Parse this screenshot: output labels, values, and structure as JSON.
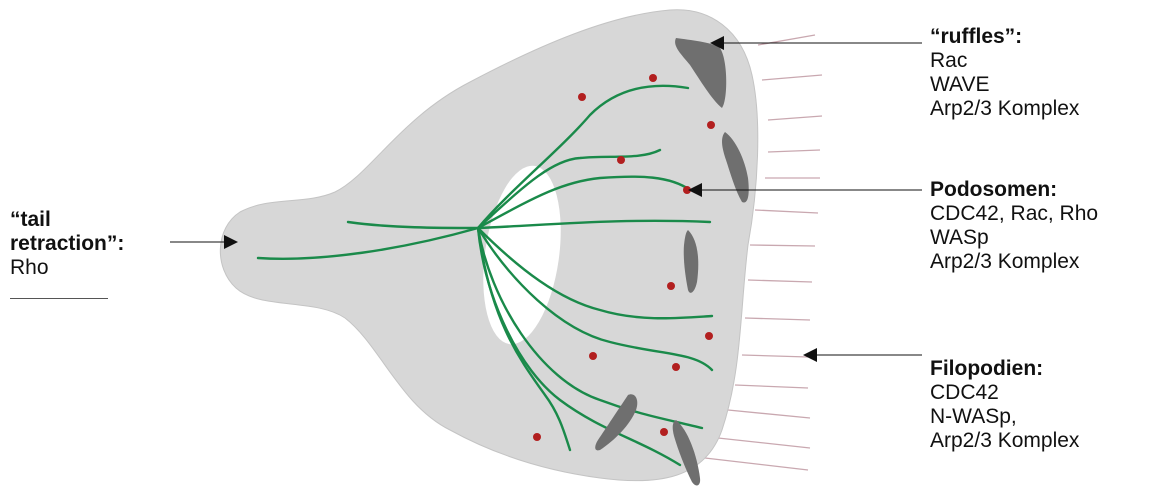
{
  "colors": {
    "cell_fill": "#d7d7d7",
    "nucleus_fill": "#ffffff",
    "filament": "#1a8a4a",
    "marker_dot": "#b21f1f",
    "ruffle": "#6f6f6f",
    "filopod": "#c9a8b0",
    "arrow": "#111111"
  },
  "labels": {
    "tail": {
      "heading_1": "“tail",
      "heading_2": "retraction”:",
      "proteins": [
        "Rho"
      ]
    },
    "ruffles": {
      "heading": "“ruffles”:",
      "proteins": [
        "Rac",
        "WAVE",
        "Arp2/3 Komplex"
      ]
    },
    "podosomen": {
      "heading": "Podosomen:",
      "proteins": [
        "CDC42, Rac, Rho",
        "WASp",
        "Arp2/3 Komplex"
      ]
    },
    "filopodien": {
      "heading": "Filopodien:",
      "proteins": [
        "CDC42",
        "N-WASp,",
        "Arp2/3 Komplex"
      ]
    }
  }
}
